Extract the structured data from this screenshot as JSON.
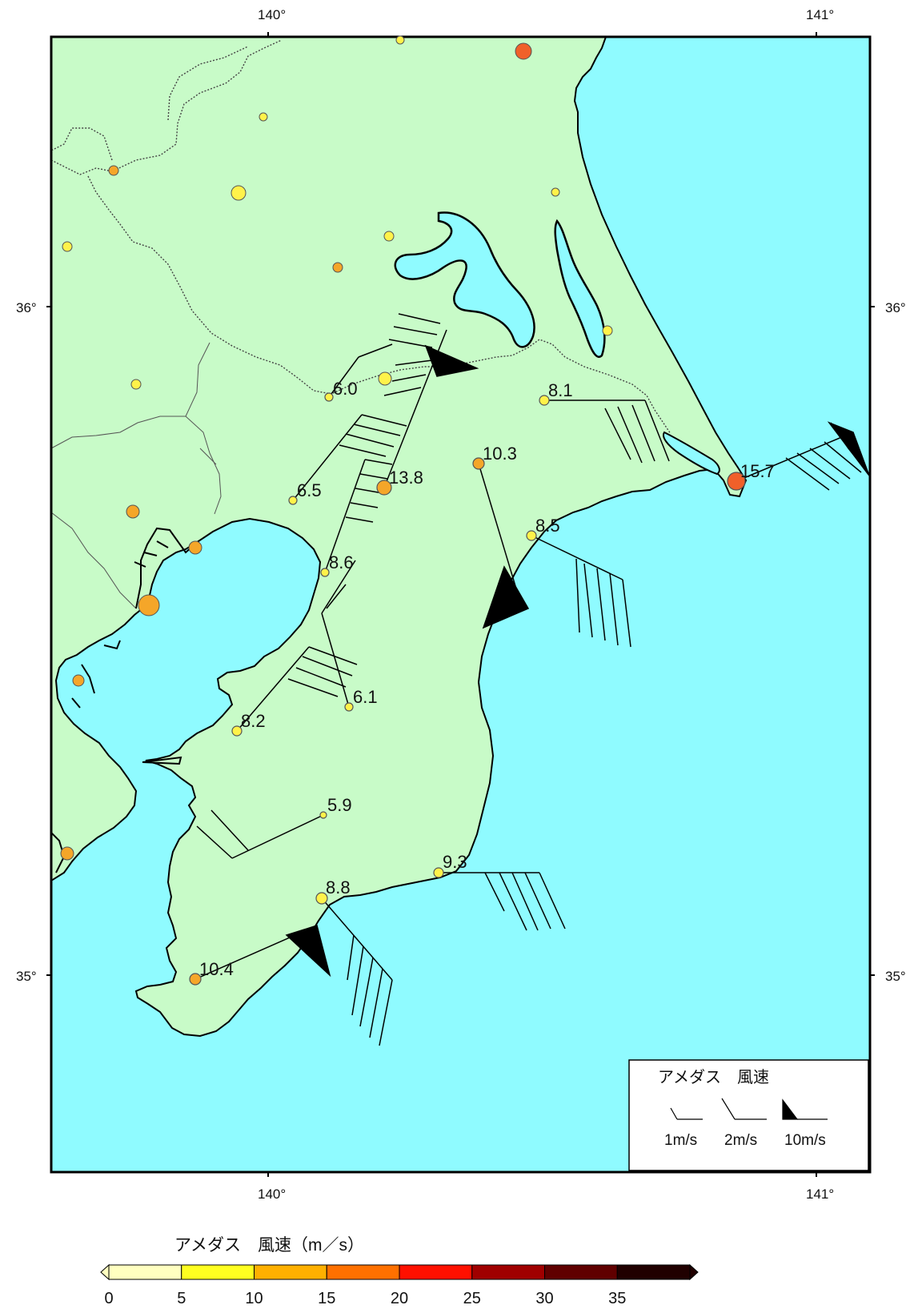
{
  "map": {
    "lon_ticks": [
      "140°",
      "141°"
    ],
    "lat_ticks": [
      "36°",
      "35°"
    ],
    "stations": [
      {
        "speed": "6.0",
        "color": "#fff24a"
      },
      {
        "speed": "13.8",
        "color": "#f5a629"
      },
      {
        "speed": "6.5",
        "color": "#fff24a"
      },
      {
        "speed": "8.6",
        "color": "#fff24a"
      },
      {
        "speed": "10.3",
        "color": "#f5a629"
      },
      {
        "speed": "8.1",
        "color": "#fff24a"
      },
      {
        "speed": "15.7",
        "color": "#f0602a"
      },
      {
        "speed": "8.5",
        "color": "#fff24a"
      },
      {
        "speed": "6.1",
        "color": "#fff24a"
      },
      {
        "speed": "8.2",
        "color": "#fff24a"
      },
      {
        "speed": "5.9",
        "color": "#fff24a"
      },
      {
        "speed": "9.3",
        "color": "#fff24a"
      },
      {
        "speed": "8.8",
        "color": "#fff24a"
      },
      {
        "speed": "10.4",
        "color": "#f5a629"
      }
    ],
    "other_stations": [
      {
        "color": "#fff24a"
      },
      {
        "color": "#f5a629"
      },
      {
        "color": "#fff24a"
      },
      {
        "color": "#fff24a"
      },
      {
        "color": "#f5a629"
      },
      {
        "color": "#fff24a"
      },
      {
        "color": "#fff24a"
      },
      {
        "color": "#fff24a"
      },
      {
        "color": "#fff24a"
      },
      {
        "color": "#fff24a"
      },
      {
        "color": "#fff24a"
      },
      {
        "color": "#f5a629"
      },
      {
        "color": "#f5a629"
      },
      {
        "color": "#f5a629"
      },
      {
        "color": "#f0602a"
      },
      {
        "color": "#f5a629"
      },
      {
        "color": "#f5a629"
      }
    ],
    "colors": {
      "land": "#c8fbc8",
      "sea": "#8ffbff"
    }
  },
  "legend": {
    "title": "アメダス　風速",
    "samples": [
      "1m/s",
      "2m/s",
      "10m/s"
    ]
  },
  "colorbar": {
    "title": "アメダス　風速（m／s）",
    "ticks": [
      "0",
      "5",
      "10",
      "15",
      "20",
      "25",
      "30",
      "35"
    ],
    "colors": [
      "#ffffc0",
      "#ffff20",
      "#ffb000",
      "#ff7000",
      "#ff1000",
      "#a00000",
      "#600000",
      "#200000"
    ]
  }
}
